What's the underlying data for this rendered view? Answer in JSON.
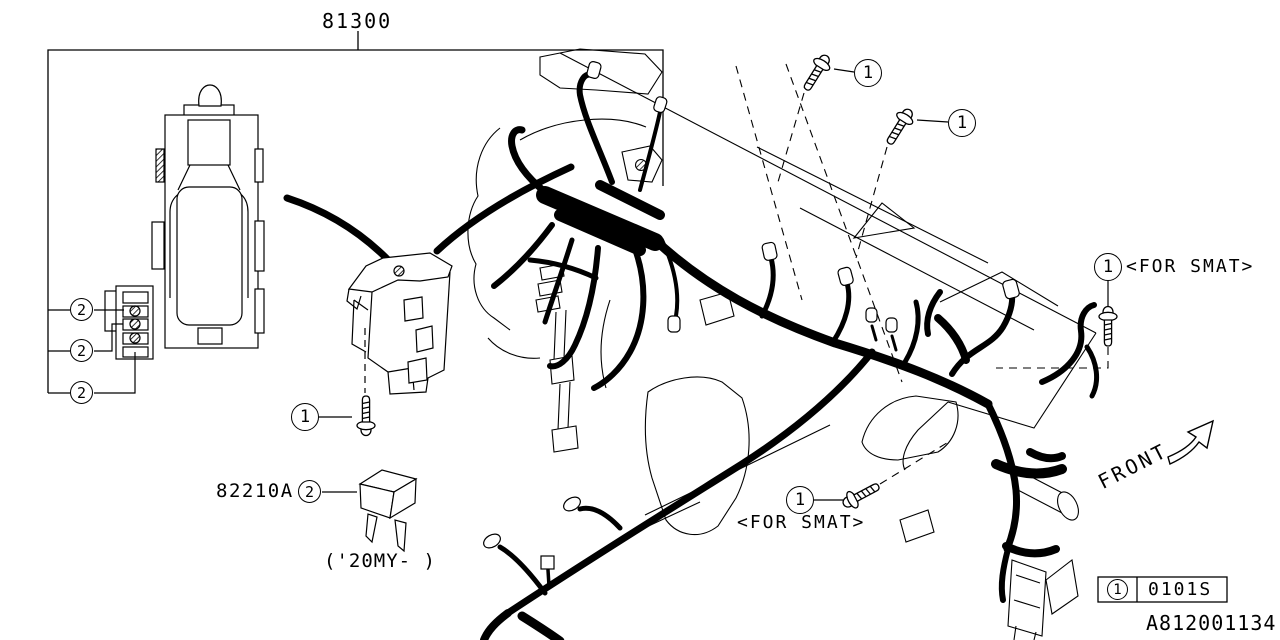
{
  "diagram": {
    "title_part_number": "81300",
    "fuse_part_number": "82210A",
    "fuse_model_note": "('20MY- )",
    "callouts": {
      "one": "1",
      "two": "2"
    },
    "for_smat_label": "<FOR SMAT>",
    "front_label": "FRONT",
    "legend": {
      "callout": "1",
      "code": "0101S"
    },
    "figure_id": "A812001134"
  }
}
